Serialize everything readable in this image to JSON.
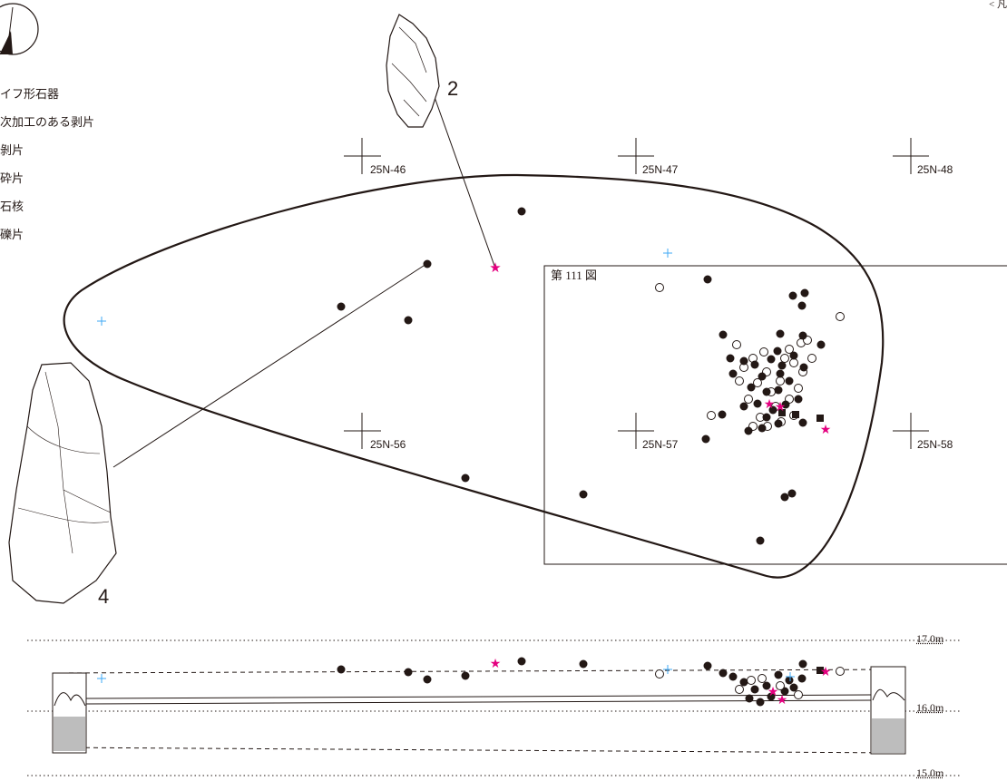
{
  "legend": {
    "items": [
      "イフ形石器",
      "次加工のある剥片",
      "剝片",
      "砕片",
      "石核",
      "礫片"
    ]
  },
  "header": {
    "corner_text": "< 凡"
  },
  "figure_ref": "第 111 図",
  "grid_labels": {
    "n46": "25N-46",
    "n47": "25N-47",
    "n48": "25N-48",
    "n56": "25N-56",
    "n57": "25N-57",
    "n58": "25N-58"
  },
  "artifacts": {
    "a2": "2",
    "a4": "4"
  },
  "elevations": {
    "e17": "17.0m",
    "e16": "16.0m",
    "e15": "15.0m"
  },
  "colors": {
    "ink": "#231815",
    "star": "#e4007f",
    "cross": "#3fa9f5"
  }
}
